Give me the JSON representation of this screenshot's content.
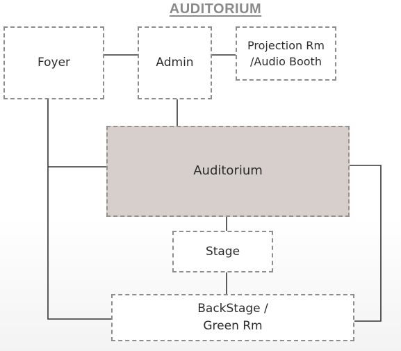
{
  "title": "AUDITORIUM",
  "rooms": {
    "foyer": "Foyer",
    "admin": "Admin",
    "projection": "Projection Rm\n/Audio Booth",
    "auditorium": "Auditorium",
    "stage": "Stage",
    "backstage": "BackStage /\nGreen Rm"
  },
  "colors": {
    "border": "#8c8c8c",
    "auditorium_fill": "#d7cfcc",
    "connector": "#333333",
    "title": "#8a8a8a"
  }
}
